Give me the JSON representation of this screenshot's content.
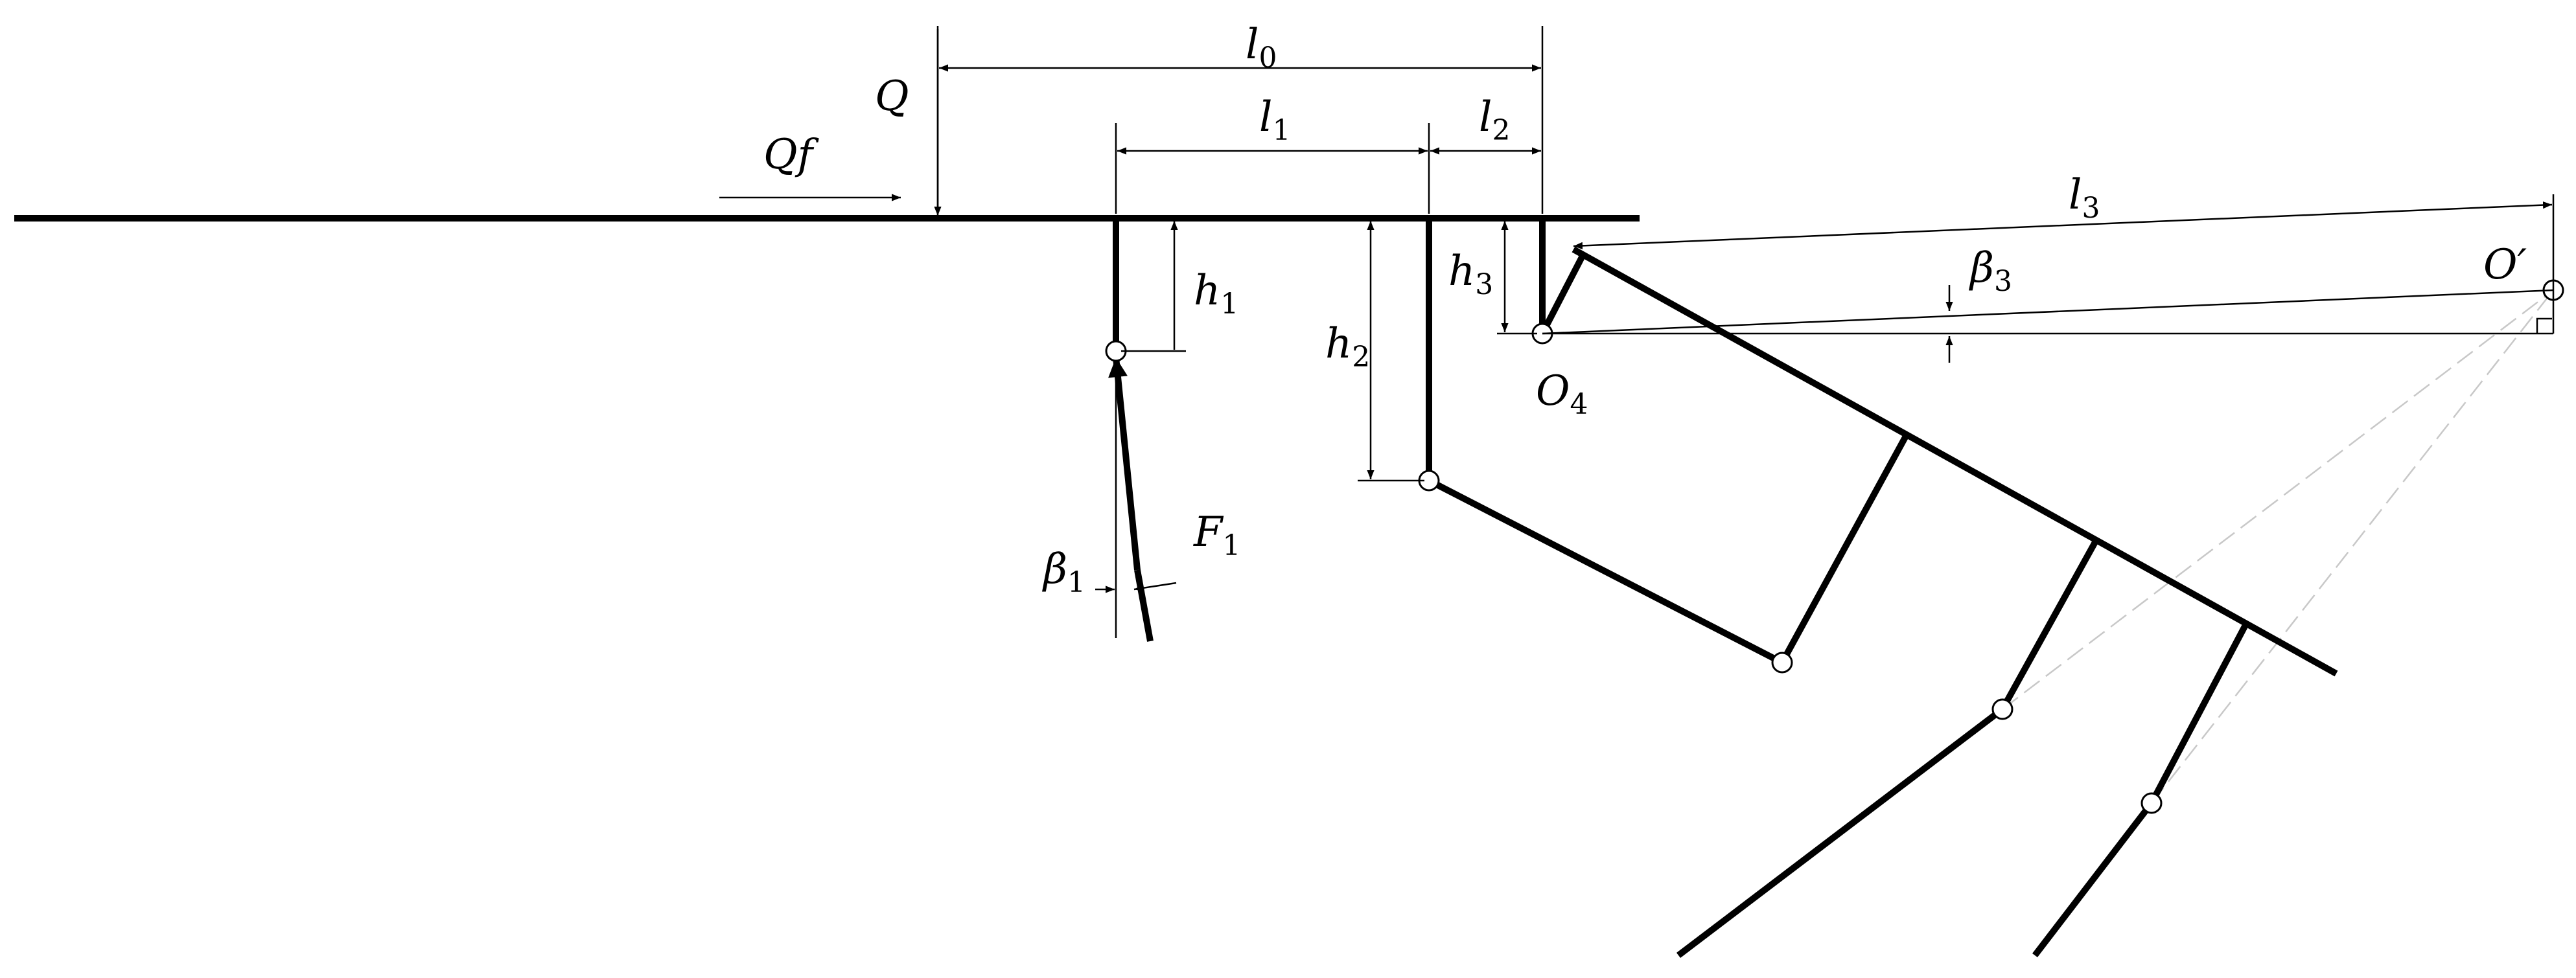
{
  "labels": {
    "l0": {
      "main": "l",
      "sub": "0"
    },
    "l1": {
      "main": "l",
      "sub": "1"
    },
    "l2": {
      "main": "l",
      "sub": "2"
    },
    "l3": {
      "main": "l",
      "sub": "3"
    },
    "h1": {
      "main": "h",
      "sub": "1"
    },
    "h2": {
      "main": "h",
      "sub": "2"
    },
    "h3": {
      "main": "h",
      "sub": "3"
    },
    "beta1": {
      "main": "β",
      "sub": "1"
    },
    "beta3": {
      "main": "β",
      "sub": "3"
    },
    "F1": {
      "main": "F",
      "sub": "1"
    },
    "O4": {
      "main": "O",
      "sub": "4"
    },
    "Oprime": "O′",
    "Q": "Q",
    "Qf": "Qf"
  }
}
